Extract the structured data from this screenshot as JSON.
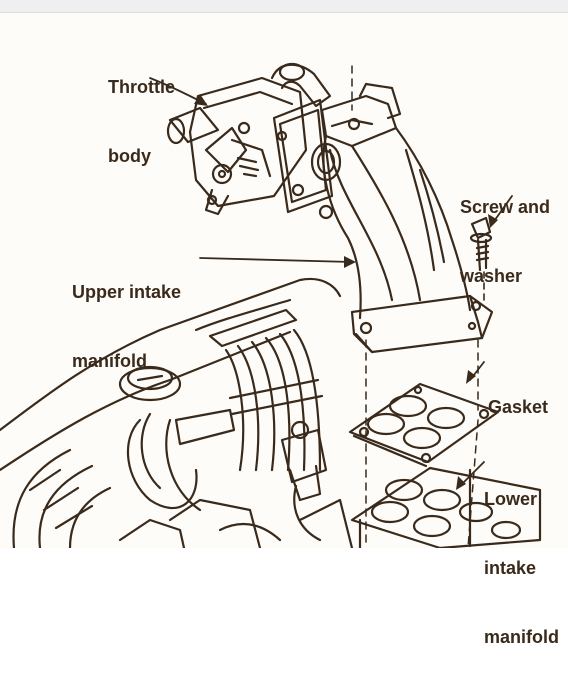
{
  "labels": {
    "throttle_body": [
      "Throttle",
      "body"
    ],
    "screw_and_washer": [
      "Screw and",
      "washer"
    ],
    "upper_intake_manifold": [
      "Upper intake",
      "manifold"
    ],
    "gasket": [
      "Gasket"
    ],
    "lower_intake_manifold": [
      "Lower",
      "intake",
      "manifold"
    ]
  },
  "colors": {
    "ink": "#3a2a1c",
    "paper": "#fdfcf8",
    "frame": "#efefef"
  }
}
